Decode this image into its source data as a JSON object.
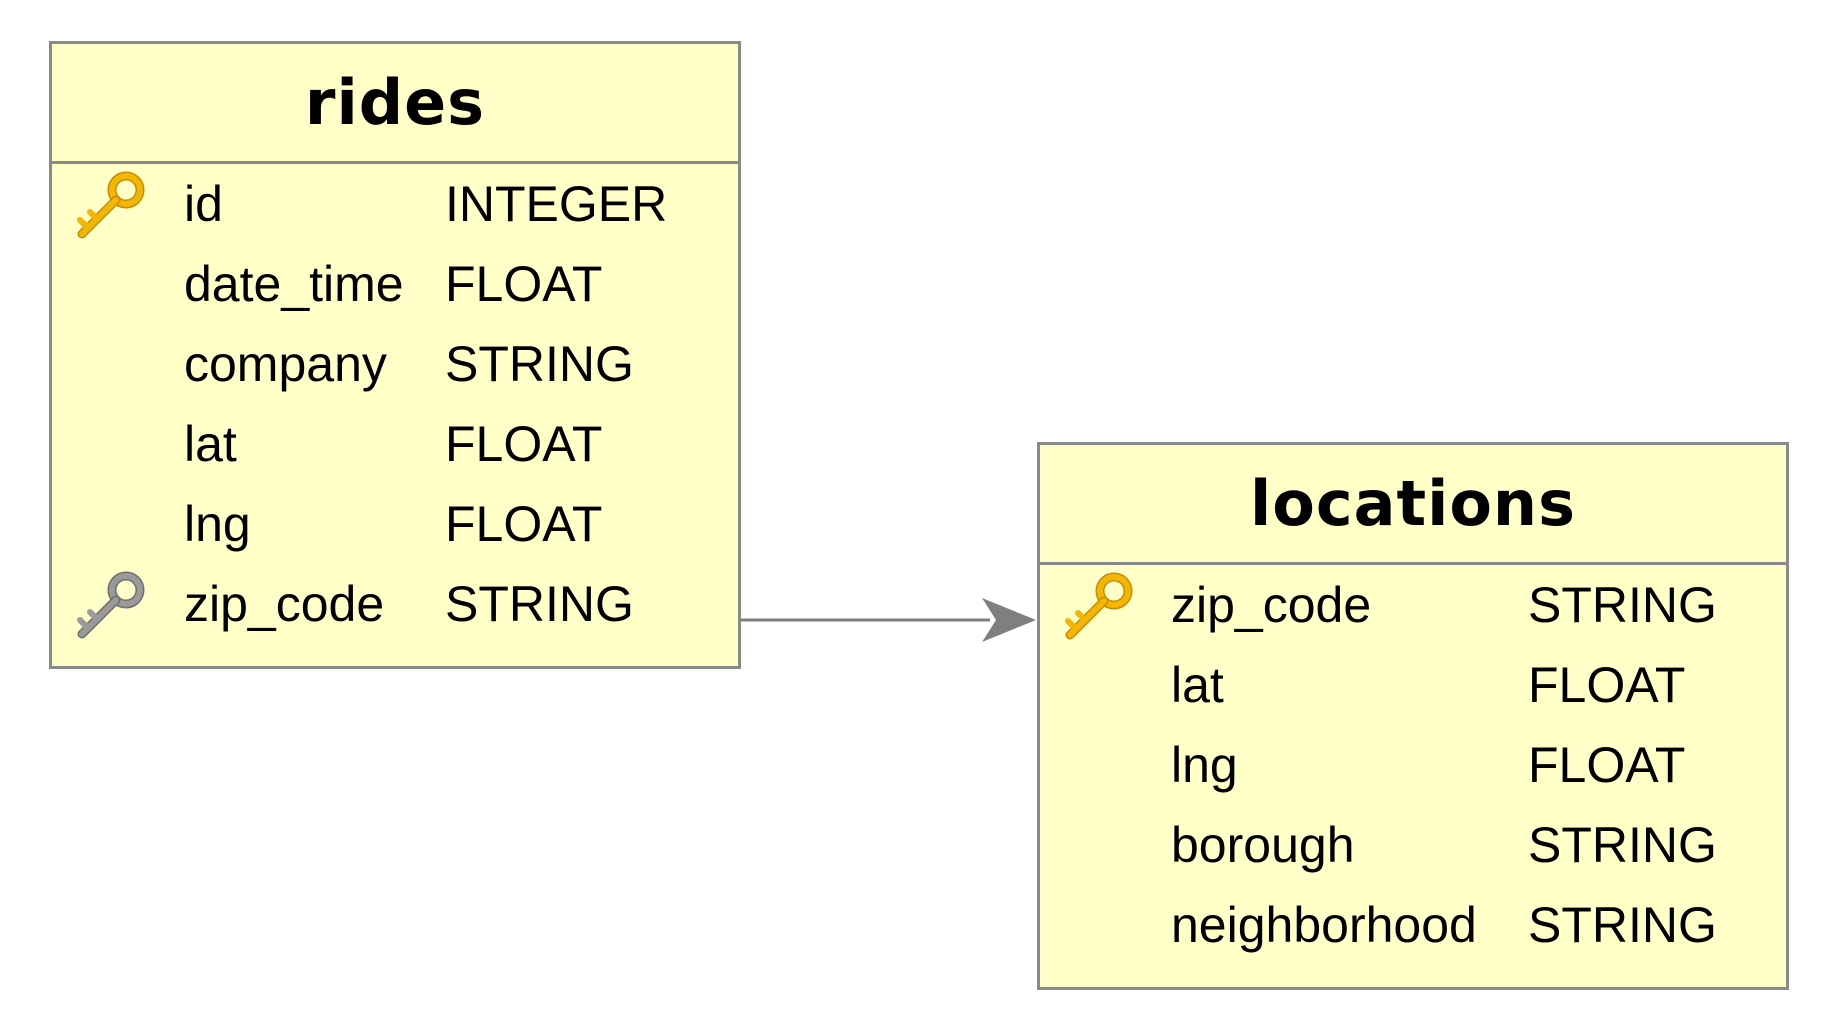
{
  "tables": [
    {
      "name": "rides",
      "columns": [
        {
          "name": "id",
          "type": "INTEGER",
          "key": "primary"
        },
        {
          "name": "date_time",
          "type": "FLOAT",
          "key": ""
        },
        {
          "name": "company",
          "type": "STRING",
          "key": ""
        },
        {
          "name": "lat",
          "type": "FLOAT",
          "key": ""
        },
        {
          "name": "lng",
          "type": "FLOAT",
          "key": ""
        },
        {
          "name": "zip_code",
          "type": "STRING",
          "key": "foreign"
        }
      ]
    },
    {
      "name": "locations",
      "columns": [
        {
          "name": "zip_code",
          "type": "STRING",
          "key": "primary"
        },
        {
          "name": "lat",
          "type": "FLOAT",
          "key": ""
        },
        {
          "name": "lng",
          "type": "FLOAT",
          "key": ""
        },
        {
          "name": "borough",
          "type": "STRING",
          "key": ""
        },
        {
          "name": "neighborhood",
          "type": "STRING",
          "key": ""
        }
      ]
    }
  ],
  "relation": {
    "from": "rides.zip_code",
    "to": "locations.zip_code"
  },
  "colors": {
    "table_fill": "#ffffc8",
    "table_border": "#8a8a8a",
    "primary_key": "#f2b705",
    "foreign_key": "#9a9a9a",
    "connector": "#7f7f7f"
  }
}
